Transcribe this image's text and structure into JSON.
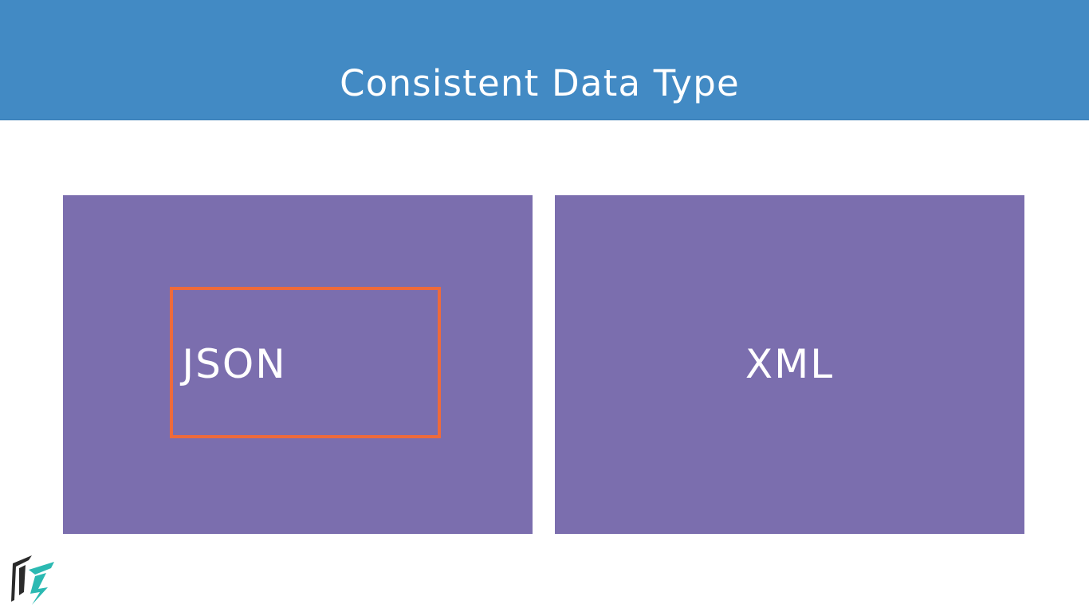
{
  "slide": {
    "title": "Consistent Data Type",
    "panels": [
      {
        "label": "JSON",
        "highlighted": true
      },
      {
        "label": "XML",
        "highlighted": false
      }
    ]
  },
  "logo": {
    "icon": "brand-logo-icon"
  },
  "colors": {
    "header": "#428ac4",
    "panel": "#7b6eae",
    "highlight_border": "#ee6a3b",
    "text": "#ffffff",
    "logo_dark": "#2b2b2b",
    "logo_accent": "#2bb9b2"
  }
}
